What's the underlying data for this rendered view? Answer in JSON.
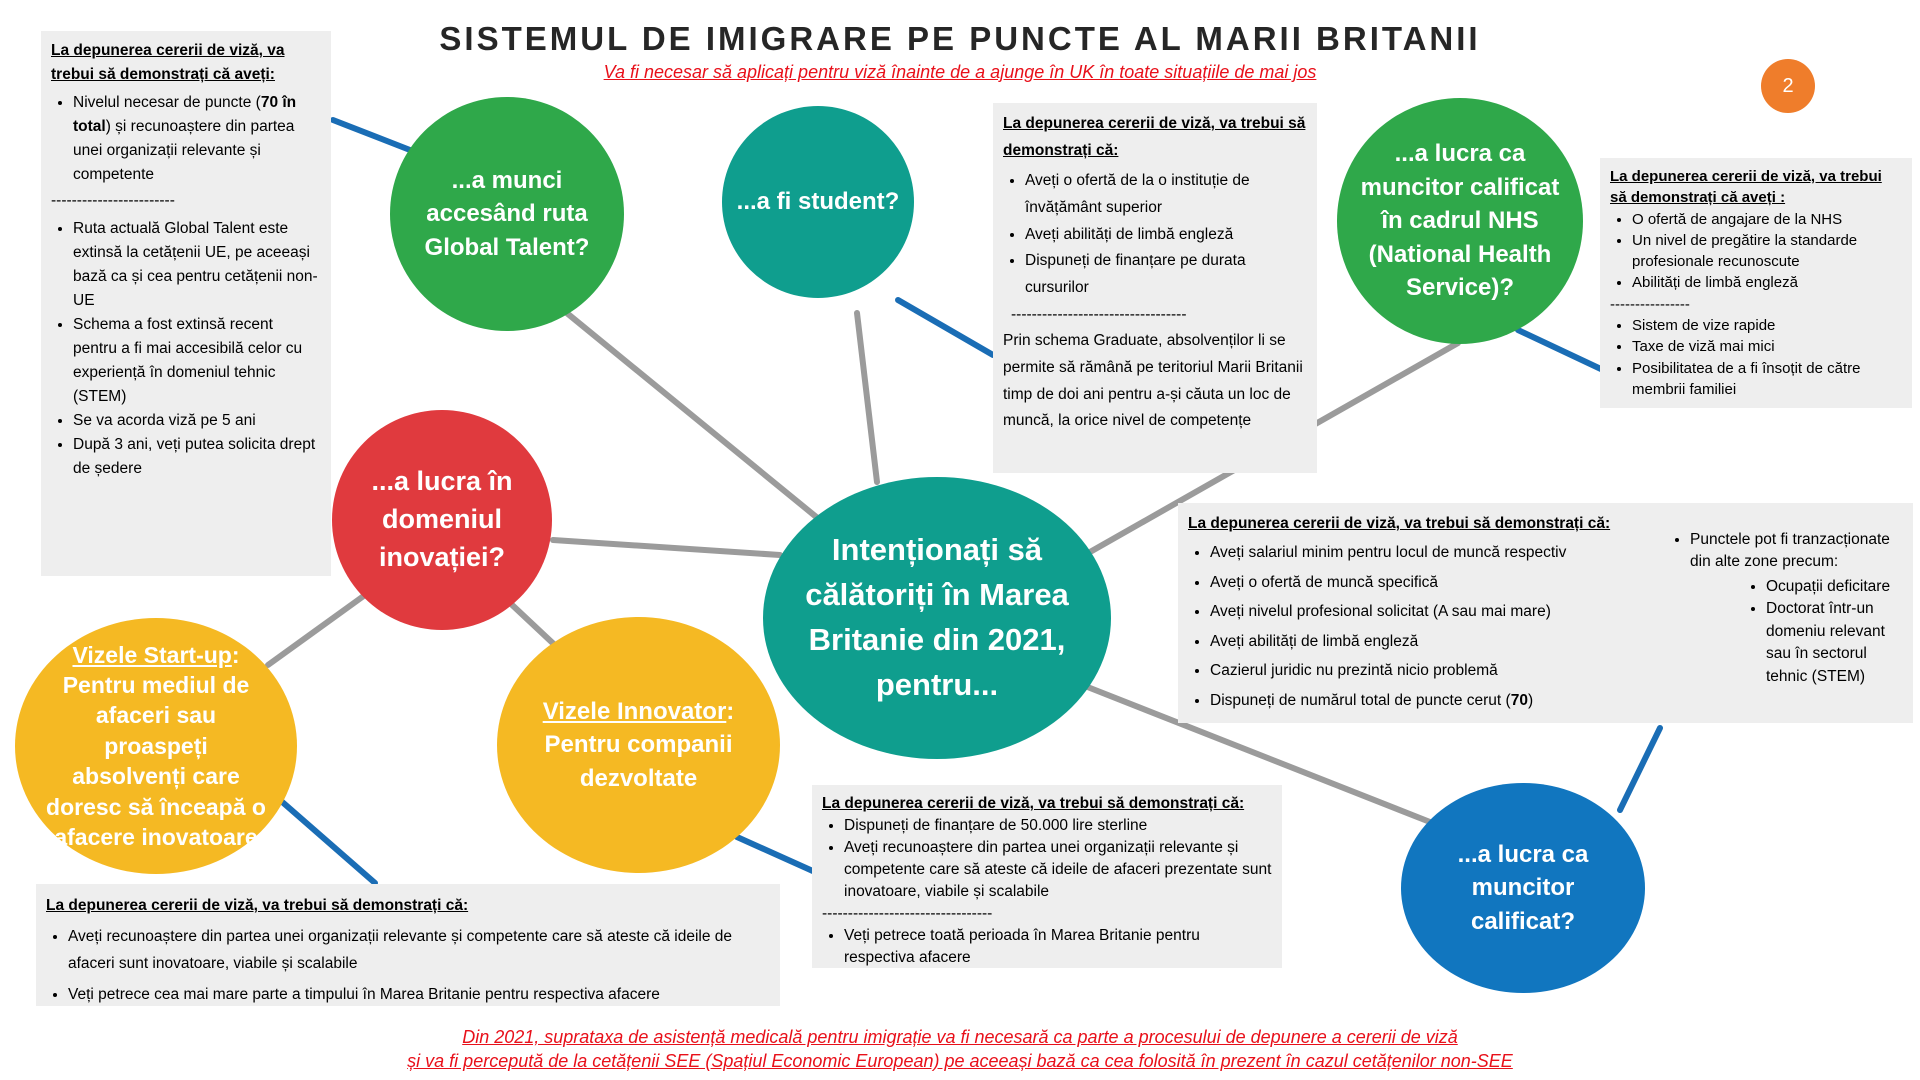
{
  "title": "SISTEMUL DE IMIGRARE PE PUNCTE AL MARII BRITANII",
  "subtitle": "Va fi necesar să aplicați pentru viză înainte de a ajunge în UK în toate situațiile de mai jos",
  "page_number": "2",
  "center": {
    "text": "Intenționați să călătoriți în Marea Britanie din 2021, pentru..."
  },
  "colors": {
    "green": "#2fa84a",
    "teal": "#0f9e8e",
    "red": "#e03a3e",
    "yellow": "#f5b923",
    "blue": "#1176bf",
    "connector_gray": "#9b9b9b",
    "pointer_blue": "#1a6db5",
    "footer_red": "#e8101a"
  },
  "circles": {
    "global_talent": "...a munci accesând ruta Global Talent?",
    "student": "...a fi student?",
    "nhs": "...a lucra ca muncitor calificat în cadrul NHS (National Health Service)?",
    "innovation": "...a lucra în domeniul inovației?",
    "startup_title": "Vizele Start-up",
    "startup_colon": ":",
    "startup_body": "Pentru mediul de afaceri sau proaspeți absolvenți care doresc să înceapă o afacere inovatoare",
    "innovator_title": "Vizele Innovator",
    "innovator_colon": ":",
    "innovator_body": "Pentru companii dezvoltate",
    "skilled": "...a lucra ca muncitor calificat?"
  },
  "boxes": {
    "global_talent": {
      "heading": "La depunerea cererii de viză, va trebui să demonstrați că aveți:",
      "item1_a": "Nivelul necesar de puncte (",
      "item1_bold": "70 în total",
      "item1_b": ") și recunoaștere din partea unei organizații relevante și competente",
      "separator": "------------------------",
      "items": [
        "Ruta actuală Global Talent este extinsă la cetățenii UE, pe aceeași bază ca și cea pentru cetățenii non-UE",
        "Schema a fost extinsă recent pentru a fi mai accesibilă celor cu experiență în domeniul tehnic (STEM)",
        "Se va acorda viză pe 5 ani",
        "După 3 ani, veți putea solicita drept de ședere"
      ]
    },
    "student": {
      "heading": "La depunerea cererii de viză, va trebui să demonstrați că:",
      "items": [
        "Aveți o ofertă de la o instituție de învățământ superior",
        "Aveți abilități de limbă engleză",
        "Dispuneți de finanțare pe durata cursurilor"
      ],
      "separator": "----------------------------------",
      "note": "Prin schema Graduate, absolvenților li se permite să rămână pe teritoriul Marii Britanii timp de doi ani pentru a-și căuta un loc de muncă, la orice nivel de competențe"
    },
    "nhs": {
      "heading": "La depunerea cererii de viză, va trebui să demonstrați că aveți :",
      "items": [
        "O ofertă de angajare de la NHS",
        "Un nivel de pregătire la standarde profesionale recunoscute",
        "Abilități de limbă engleză"
      ],
      "separator": "----------------",
      "items2": [
        "Sistem de vize rapide",
        "Taxe de viză mai mici",
        "Posibilitatea de a fi însoțit de către membrii familiei"
      ]
    },
    "skilled": {
      "heading": "La depunerea cererii de viză, va trebui să demonstrați că:",
      "items": [
        "Aveți salariul minim pentru locul de muncă respectiv",
        "Aveți o ofertă de muncă specifică",
        "Aveți nivelul profesional solicitat (A sau mai mare)",
        "Aveți abilități de limbă engleză",
        "Cazierul juridic nu prezintă nicio problemă"
      ],
      "last_item_a": "Dispuneți de numărul total de puncte cerut (",
      "last_item_bold": "70",
      "last_item_b": ")",
      "side_item": "Punctele pot fi tranzacționate din alte zone precum:",
      "side_subitems": [
        "Ocupații deficitare",
        "Doctorat într-un domeniu relevant sau în sectorul tehnic (STEM)"
      ]
    },
    "innovator": {
      "heading": "La depunerea cererii de viză, va trebui să demonstrați că:",
      "items": [
        "Dispuneți de finanțare de 50.000 lire sterline",
        "Aveți recunoaștere din partea unei organizații relevante și competente care să ateste că ideile de afaceri prezentate sunt inovatoare, viabile și scalabile"
      ],
      "separator": "---------------------------------",
      "items2": [
        "Veți petrece toată perioada în Marea Britanie pentru respectiva afacere"
      ]
    },
    "startup": {
      "heading": "La depunerea cererii de viză, va trebui să demonstrați că:",
      "items": [
        "Aveți recunoaștere din partea unei organizații relevante și competente care să ateste că ideile de afaceri sunt inovatoare, viabile și scalabile",
        "Veți petrece cea mai mare parte a timpului în Marea Britanie pentru respectiva afacere"
      ]
    }
  },
  "footer": {
    "line1": "Din 2021, suprataxa de asistență medicală pentru imigrație va fi necesară ca parte a procesului de depunere a cererii de viză",
    "line2": "și va fi percepută de la cetățenii SEE (Spațiul Economic European) pe aceeași bază ca cea folosită în prezent în cazul cetățenilor non-SEE"
  }
}
